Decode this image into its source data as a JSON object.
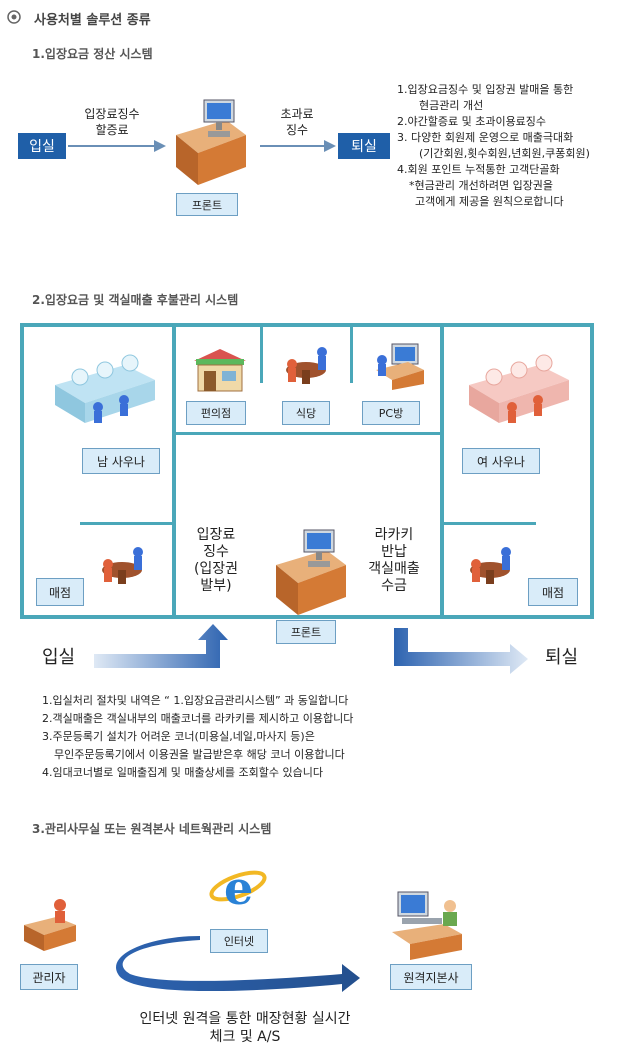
{
  "header": {
    "bullet_icon": "target-icon",
    "title": "사용처별 솔루션 종류"
  },
  "section1": {
    "title": "1.입장요금 정산 시스템",
    "entry": "입실",
    "exit": "퇴실",
    "front": "프론트",
    "left_caption": [
      "입장료징수",
      "할증료"
    ],
    "right_caption": [
      "초과료",
      "징수"
    ],
    "notes": [
      "1.입장요금징수 및 입장권 발매을 통한",
      "현금관리 개선",
      "2.야간할증료 및 초과이용료징수",
      "3. 다양한 회원제 운영으로 매출극대화",
      "(기간회원,횟수회원,년회원,쿠퐁회원)",
      "4.회원 포인트 누적통한 고객단골화",
      "*현금관리 개선하려면 입장권을",
      "고객에게 제공을 원칙으로합니다"
    ]
  },
  "section2": {
    "title": "2.입장요금 및 객실매출 후불관리 시스템",
    "male_sauna": "남 사우나",
    "female_sauna": "여 사우나",
    "convenience": "편의점",
    "restaurant": "식당",
    "pc_room": "PC방",
    "store_left": "매점",
    "store_right": "매점",
    "front": "프론트",
    "entry": "입실",
    "exit": "퇴실",
    "left_caption": [
      "입장료",
      "징수",
      "(입장권",
      "발부)"
    ],
    "right_caption": [
      "라카키",
      "반납",
      "객실매출",
      "수금"
    ],
    "notes": [
      "1.입실처리 절차및 내역은 “ 1.입장요금관리시스템” 과 동일합니다",
      "2.객실매출은 객실내부의 매출코너를 라카키를 제시하고 이용합니다",
      "3.주문등록기 설치가 어려운 코너(미용실,네일,마사지 등)은",
      "무인주문등록기에서 이용권을 발급받은후 해당 코너 이용합니다",
      "4.임대코너별로 일매출집계 및 매출상세를 조회할수 있습니다"
    ]
  },
  "section3": {
    "title": "3.관리사무실 또는 원격본사 네트웍관리 시스템",
    "manager": "관리자",
    "internet": "인터넷",
    "remote_office": "원격지본사",
    "caption": [
      "인터넷 원격을 통한 매장현황 실시간",
      "체크 및 A/S"
    ]
  },
  "colors": {
    "box_blue": "#1f5fa8",
    "frame_teal": "#4aa7b9",
    "label_fill": "#d9ecf9"
  }
}
